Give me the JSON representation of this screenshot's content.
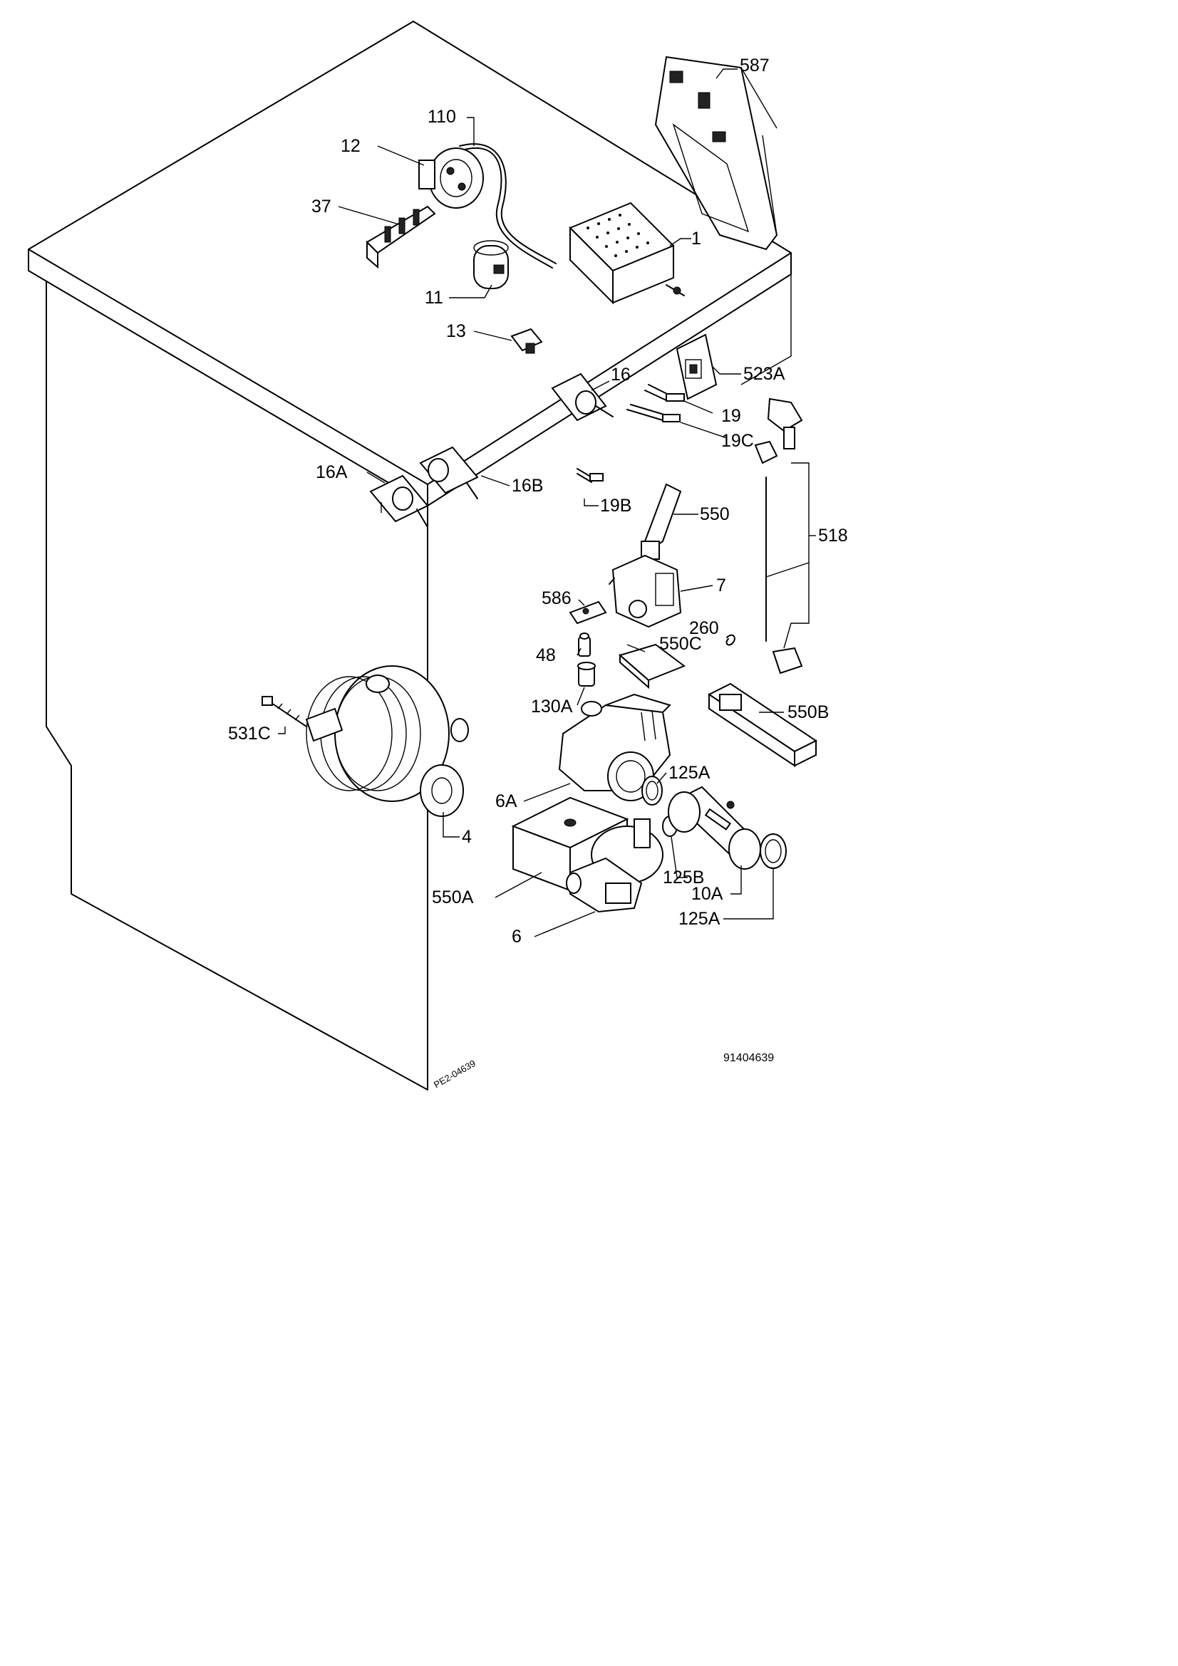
{
  "labels": {
    "l587": "587",
    "l110": "110",
    "l12": "12",
    "l37": "37",
    "l1": "1",
    "l11": "11",
    "l13": "13",
    "l523a": "523A",
    "l16": "16",
    "l19": "19",
    "l19c": "19C",
    "l16a": "16A",
    "l16b": "16B",
    "l19b": "19B",
    "l550": "550",
    "l518": "518",
    "l586": "586",
    "l7": "7",
    "l260": "260",
    "l48": "48",
    "l550c": "550C",
    "l130a": "130A",
    "l550b": "550B",
    "l531c": "531C",
    "l125a_top": "125A",
    "l6a": "6A",
    "l4": "4",
    "l125b": "125B",
    "l10a": "10A",
    "l550a": "550A",
    "l125a_bottom": "125A",
    "l6": "6"
  },
  "drawing_code": "PE2-04639",
  "reference_number": "91404639"
}
